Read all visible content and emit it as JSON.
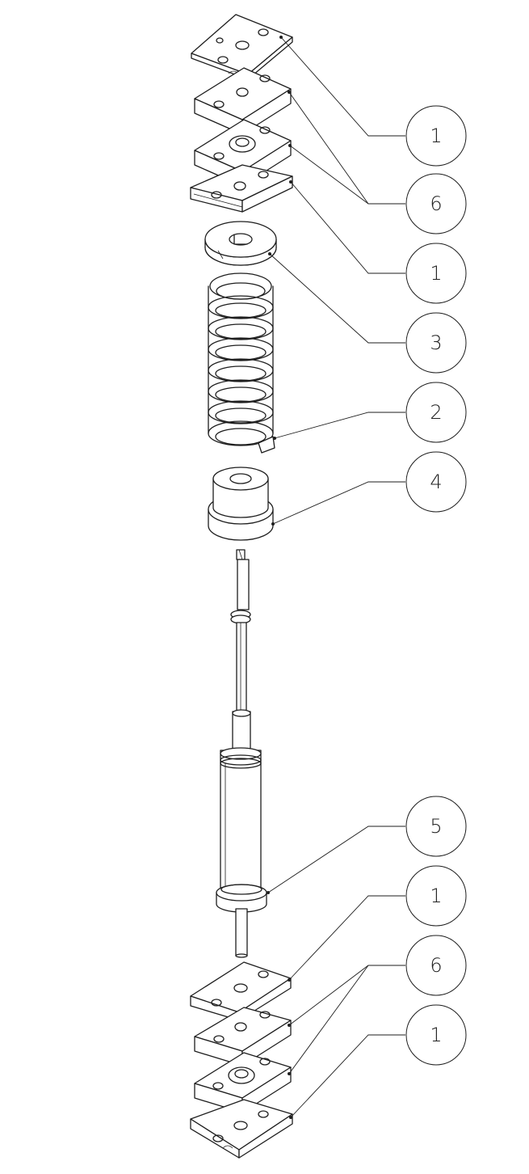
{
  "callouts": [
    {
      "label": "1",
      "part": "plate"
    },
    {
      "label": "6",
      "part": "block"
    },
    {
      "label": "1",
      "part": "plate"
    },
    {
      "label": "3",
      "part": "spring-seat"
    },
    {
      "label": "2",
      "part": "spring"
    },
    {
      "label": "4",
      "part": "bushing"
    },
    {
      "label": "5",
      "part": "shock-absorber"
    },
    {
      "label": "1",
      "part": "plate"
    },
    {
      "label": "6",
      "part": "block"
    },
    {
      "label": "1",
      "part": "plate"
    }
  ],
  "colors": {
    "line": "#1e1e1e",
    "background": "#ffffff"
  }
}
